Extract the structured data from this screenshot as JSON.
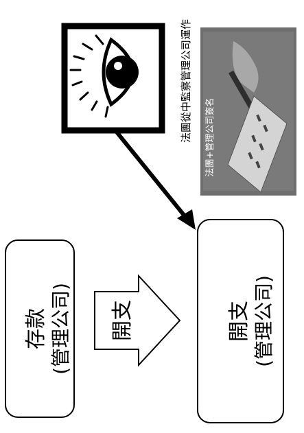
{
  "deposit_box": {
    "line1": "存款",
    "line2": "(管理公司)"
  },
  "flow_arrow": {
    "label": "開支"
  },
  "expense_box": {
    "line1": "開支",
    "line2": "(管理公司)"
  },
  "watch": {
    "icon": "eye-icon",
    "caption": "法團從中監察管理公司運作"
  },
  "photo": {
    "description_icon": "document-photo",
    "overlay_text": "法團+管理公司簽名"
  },
  "colors": {
    "stroke": "#000000",
    "box_fill": "#ffffff",
    "photo_bg": "#6e6e6e"
  }
}
